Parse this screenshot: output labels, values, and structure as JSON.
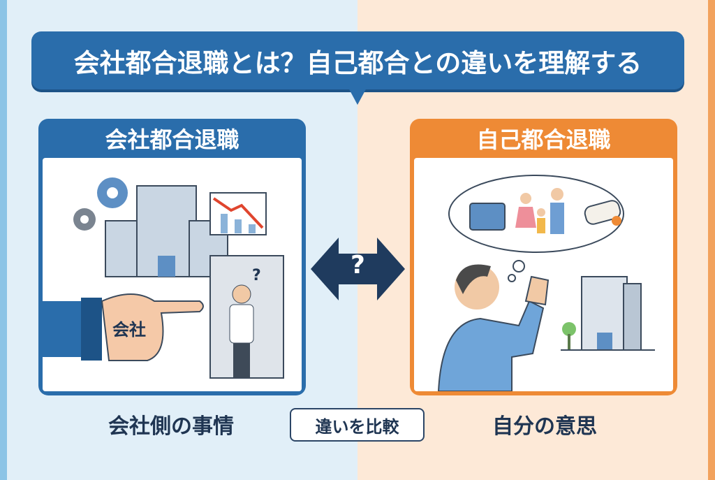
{
  "title": "会社都合退職とは？自己都合との違いを理解する",
  "left_card": {
    "heading": "会社都合退職",
    "hand_label": "会社",
    "caption": "会社側の事情"
  },
  "right_card": {
    "heading": "自己都合退職",
    "caption": "自分の意思"
  },
  "center": {
    "question_mark": "?",
    "compare_label": "違いを比較"
  },
  "colors": {
    "blue": "#2a6dab",
    "orange": "#ee8a35",
    "navy": "#1f3b5e"
  }
}
